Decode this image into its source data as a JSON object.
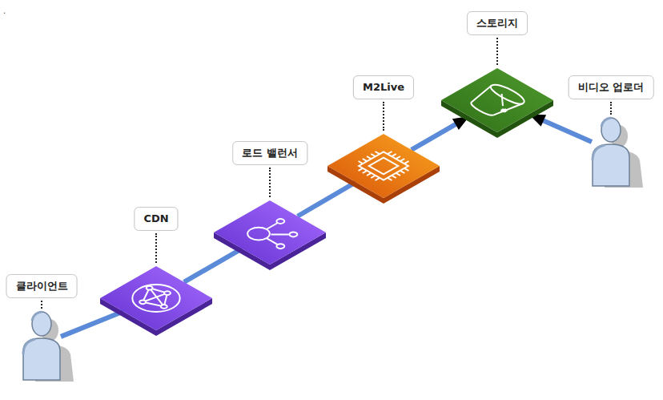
{
  "diagram": {
    "nodes": [
      {
        "text": [
          "클라이언트"
        ]
      },
      {
        "text": [
          "CDN"
        ]
      },
      {
        "text": [
          "로드 밸런서"
        ]
      },
      {
        "text": [
          "M2Live"
        ]
      },
      {
        "text": [
          "스토리지"
        ]
      },
      {
        "text": [
          "비디오 업로더"
        ]
      }
    ],
    "edges": [
      {
        "from": 0,
        "to": 1,
        "arrow": "none"
      },
      {
        "from": 1,
        "to": 2,
        "arrow": "none"
      },
      {
        "from": 2,
        "to": 3,
        "arrow": "none"
      },
      {
        "from": 3,
        "to": 4,
        "arrow": "to"
      },
      {
        "from": 5,
        "to": 4,
        "arrow": "to"
      }
    ],
    "labels": [
      "."
    ]
  }
}
